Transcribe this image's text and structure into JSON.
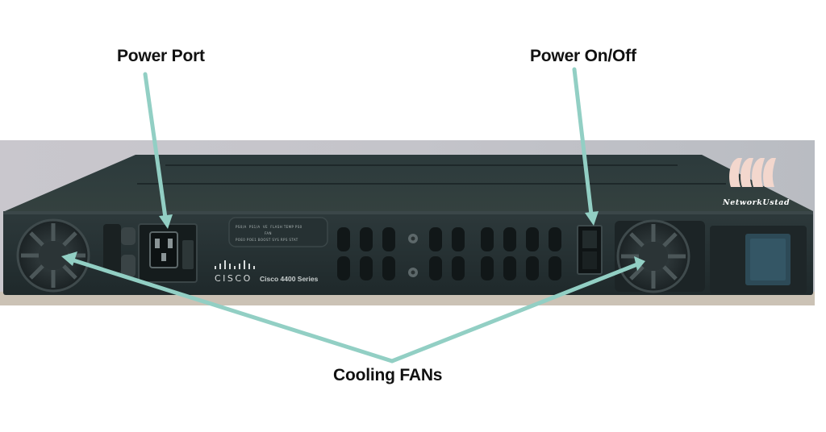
{
  "callouts": {
    "power_port": "Power Port",
    "power_switch": "Power On/Off",
    "cooling_fans": "Cooling FANs"
  },
  "device": {
    "brand": "CISCO",
    "model": "Cisco 4400 Series"
  },
  "watermark": {
    "text": "NetworkUstad"
  },
  "colors": {
    "arrow": "#92cfc4",
    "chassis": "#273335",
    "chassis_top": "#2f3b3d",
    "background_wall": "#bfc3c8"
  }
}
